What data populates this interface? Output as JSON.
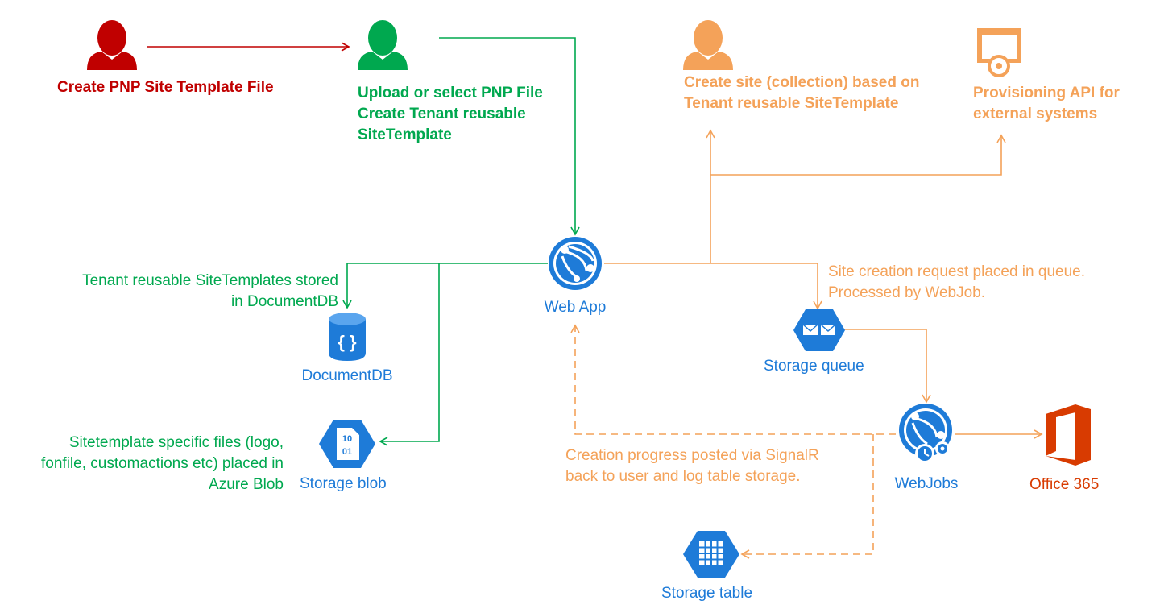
{
  "colors": {
    "red": "#c00000",
    "green": "#00a84f",
    "orange": "#f4a259",
    "blue": "#1e7bd8",
    "office": "#d83b01"
  },
  "icons": {
    "user_red": "person-icon",
    "user_green": "person-icon",
    "user_orange": "person-icon",
    "api": "provisioning-api-icon",
    "webapp": "globe-icon",
    "documentdb": "database-icon",
    "blob": "blob-hexagon-icon",
    "queue": "queue-hexagon-icon",
    "webjobs": "globe-gears-icon",
    "table": "table-hexagon-icon",
    "office": "office365-logo-icon"
  },
  "actors": {
    "creator": {
      "label": "Create PNP Site Template File"
    },
    "uploader": {
      "lines": [
        "Upload or select PNP File",
        "Create Tenant reusable",
        "SiteTemplate"
      ]
    },
    "site_creator": {
      "lines": [
        "Create site (collection) based on",
        "Tenant reusable SiteTemplate"
      ]
    },
    "api": {
      "lines": [
        "Provisioning API for",
        "external systems"
      ]
    }
  },
  "nodes": {
    "webapp": "Web App",
    "documentdb": "DocumentDB",
    "blob": "Storage blob",
    "queue": "Storage queue",
    "webjobs": "WebJobs",
    "table": "Storage table",
    "office": "Office 365"
  },
  "notes": {
    "docdb": [
      "Tenant reusable SiteTemplates stored",
      "in DocumentDB"
    ],
    "blob": [
      "Sitetemplate specific files (logo,",
      "fonfile, customactions etc) placed in",
      "Azure Blob"
    ],
    "queue": [
      "Site creation request placed in queue.",
      "Processed by WebJob."
    ],
    "signalr": [
      "Creation progress posted via SignalR",
      "back to user and log table storage."
    ]
  }
}
